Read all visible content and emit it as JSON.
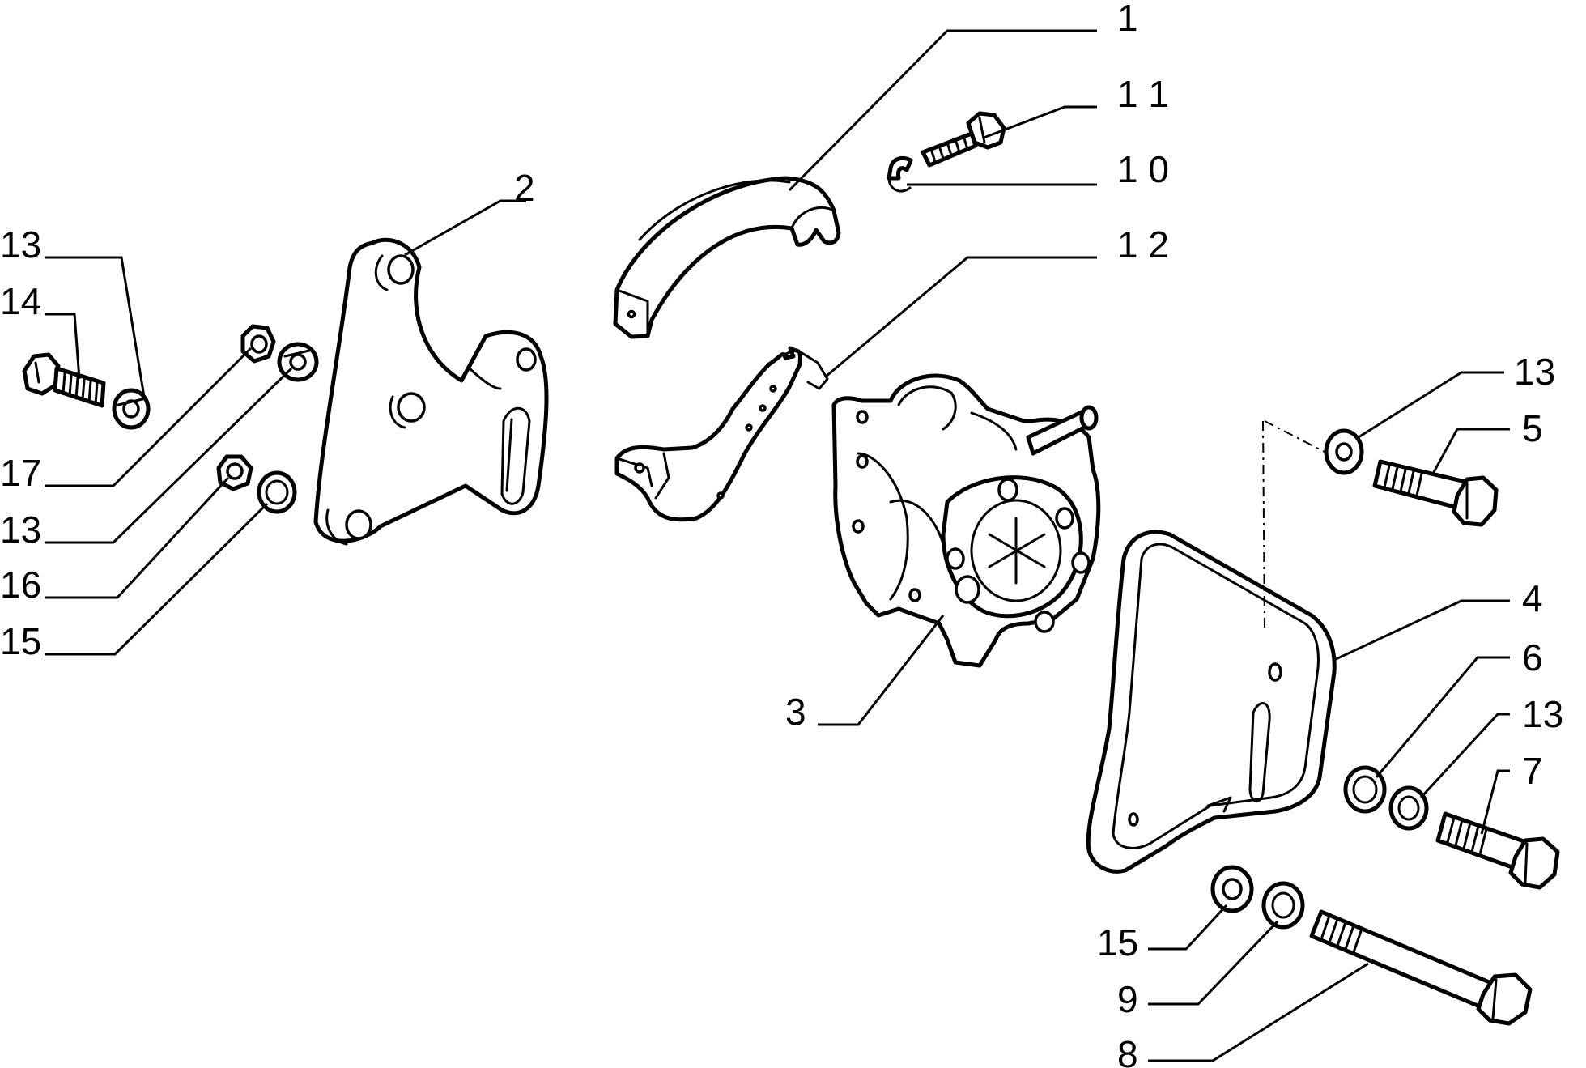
{
  "callouts": {
    "c1": "1",
    "c11": "1 1",
    "c10": "1 0",
    "c12": "1 2",
    "c2": "2",
    "c13a": "13",
    "c14": "14",
    "c17": "17",
    "c13b": "13",
    "c16": "16",
    "c15a": "15",
    "c3": "3",
    "c13c": "13",
    "c5": "5",
    "c4": "4",
    "c6": "6",
    "c13d": "13",
    "c7": "7",
    "c15b": "15",
    "c9": "9",
    "c8": "8"
  }
}
